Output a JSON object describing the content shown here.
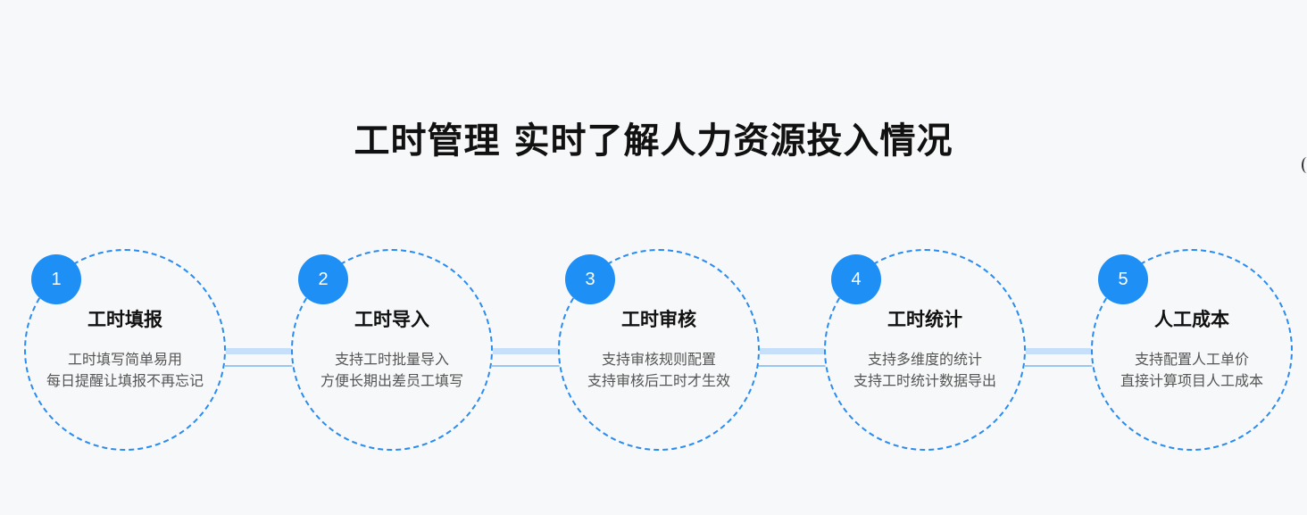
{
  "title": "工时管理 实时了解人力资源投入情况",
  "accent_color": "#1e8ff5",
  "connector_color": "#c6e0fa",
  "steps": [
    {
      "number": "1",
      "title": "工时填报",
      "lines": [
        "工时填写简单易用",
        "每日提醒让填报不再忘记"
      ]
    },
    {
      "number": "2",
      "title": "工时导入",
      "lines": [
        "支持工时批量导入",
        "方便长期出差员工填写"
      ]
    },
    {
      "number": "3",
      "title": "工时审核",
      "lines": [
        "支持审核规则配置",
        "支持审核后工时才生效"
      ]
    },
    {
      "number": "4",
      "title": "工时统计",
      "lines": [
        "支持多维度的统计",
        "支持工时统计数据导出"
      ]
    },
    {
      "number": "5",
      "title": "人工成本",
      "lines": [
        "支持配置人工单价",
        "直接计算项目人工成本"
      ]
    }
  ]
}
